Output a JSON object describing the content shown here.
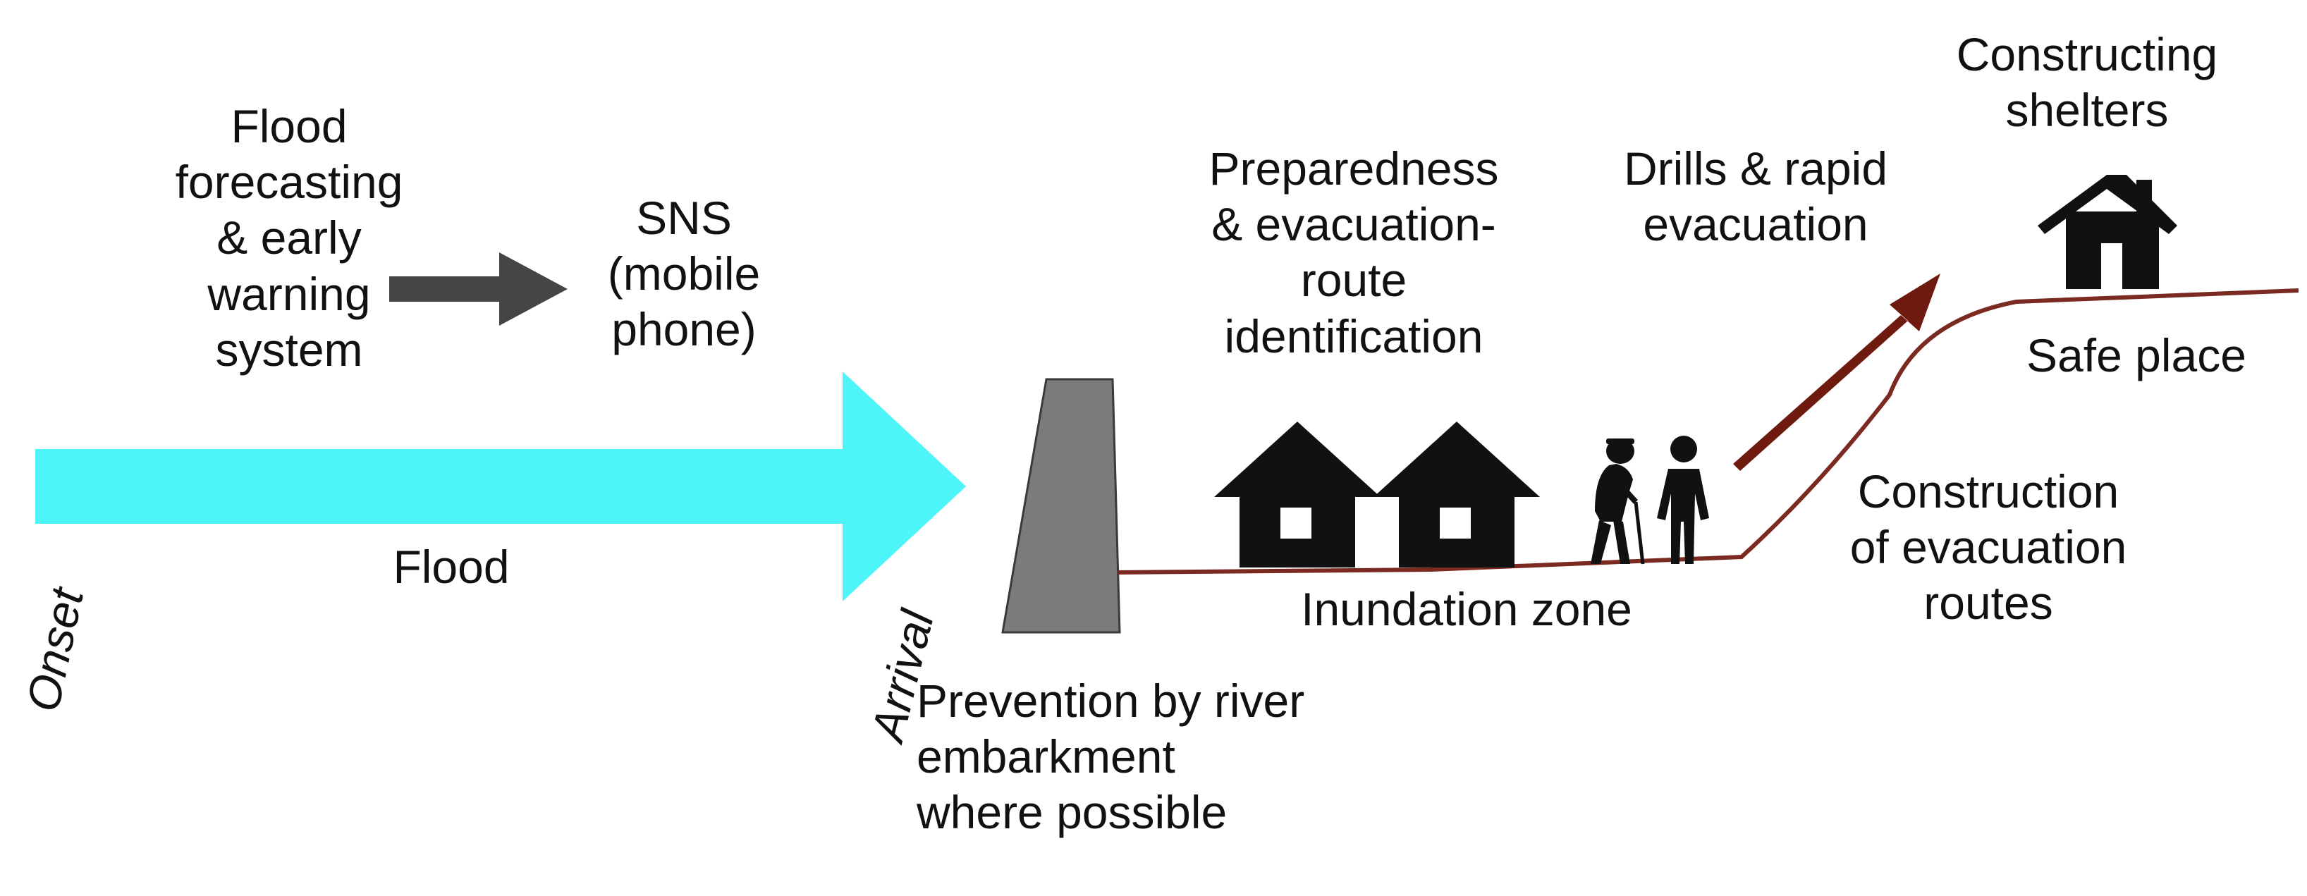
{
  "diagram": {
    "labels": {
      "flood_forecasting": "Flood\nforecasting\n& early\nwarning\nsystem",
      "sns": "SNS\n(mobile\nphone)",
      "flood": "Flood",
      "onset": "Onset",
      "arrival": "Arrival",
      "preparedness": "Preparedness\n& evacuation-\nroute\nidentification",
      "drills": "Drills & rapid\nevacuation",
      "constructing_shelters": "Constructing\nshelters",
      "safe_place": "Safe place",
      "construction_routes": "Construction\nof evacuation\nroutes",
      "inundation_zone": "Inundation zone",
      "prevention": "Prevention by river\nembarkment\nwhere possible"
    },
    "colors": {
      "flood_arrow": "#4DF5F8",
      "sns_arrow": "#454545",
      "embankment": "#7B7B7B",
      "ground_line": "#7A2A20",
      "evacuation_arrow": "#6E1A0F",
      "house": "#111111"
    },
    "icons": [
      "house-icon",
      "person-icon",
      "shelter-icon",
      "arrow-icon"
    ]
  }
}
